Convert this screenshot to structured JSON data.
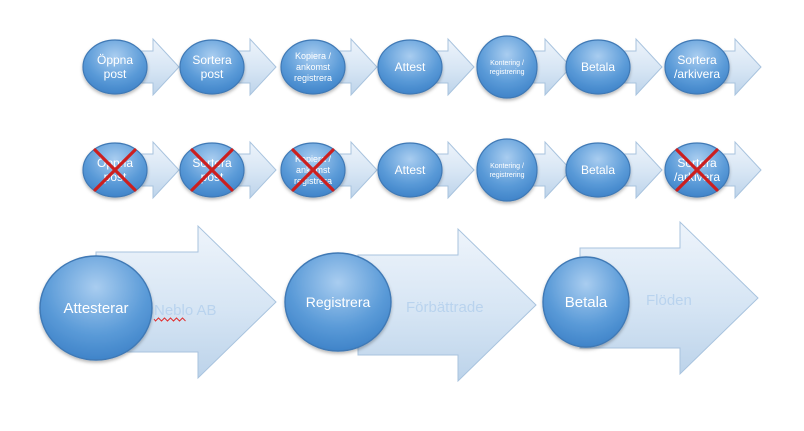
{
  "diagram": {
    "row1": {
      "steps": [
        {
          "label": [
            "Öppna",
            "post"
          ]
        },
        {
          "label": [
            "Sortera",
            "post"
          ]
        },
        {
          "label": [
            "Kopiera /",
            "ankomst",
            "registrera"
          ]
        },
        {
          "label": [
            "Attest"
          ]
        },
        {
          "label": [
            "Kontering /",
            "registrering"
          ]
        },
        {
          "label": [
            "Betala"
          ]
        },
        {
          "label": [
            "Sortera",
            "/arkivera"
          ]
        }
      ]
    },
    "row2": {
      "steps": [
        {
          "label": [
            "Öppna",
            "post"
          ],
          "crossed": true
        },
        {
          "label": [
            "Sortera",
            "post"
          ],
          "crossed": true
        },
        {
          "label": [
            "Kopiera /",
            "ankomst",
            "registrera"
          ],
          "crossed": true
        },
        {
          "label": [
            "Attest"
          ],
          "crossed": false
        },
        {
          "label": [
            "Kontering /",
            "registrering"
          ],
          "crossed": false
        },
        {
          "label": [
            "Betala"
          ],
          "crossed": false
        },
        {
          "label": [
            "Sortera",
            "/arkivera"
          ],
          "crossed": true
        }
      ]
    },
    "row3": {
      "steps": [
        {
          "circle_label": "Attesterar",
          "arrow_label": "Neblo AB",
          "spellcheck_underline": true
        },
        {
          "circle_label": "Registrera",
          "arrow_label": "Förbättrade"
        },
        {
          "circle_label": "Betala",
          "arrow_label": "Flöden"
        }
      ]
    }
  },
  "colors": {
    "circle_light": "#a9cdf0",
    "circle_dark": "#3a7fc6",
    "circle_edge": "#3f79b5",
    "arrow_light": "#eef4fb",
    "arrow_dark": "#bcd3ea",
    "arrow_edge": "#a8c3de",
    "arrow_text": "#b9d3ee",
    "cross": "#cc1f1f",
    "spellcheck": "#e03030"
  }
}
